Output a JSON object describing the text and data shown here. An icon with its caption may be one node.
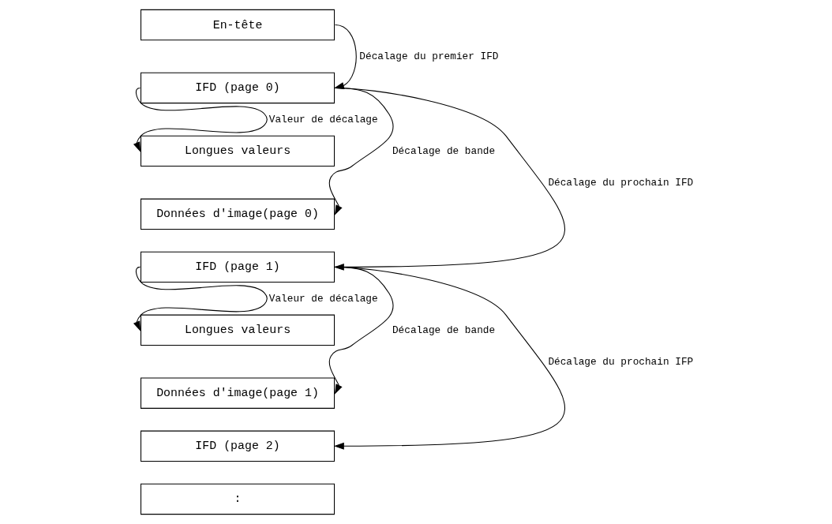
{
  "diagram": {
    "nodes": [
      {
        "text": [
          "En-tête"
        ]
      },
      {
        "text": [
          "IFD (page 0)"
        ]
      },
      {
        "text": [
          "Longues valeurs"
        ]
      },
      {
        "text": [
          "Données d'image(page 0)"
        ]
      },
      {
        "text": [
          "IFD (page 1)"
        ]
      },
      {
        "text": [
          "Longues valeurs"
        ]
      },
      {
        "text": [
          "Données d'image(page 1)"
        ]
      },
      {
        "text": [
          "IFD (page 2)"
        ]
      },
      {
        "text": [
          ":"
        ]
      }
    ],
    "edges": [
      {
        "from": 0,
        "to": 1,
        "arrow": "to",
        "label": "Décalage du premier IFD"
      },
      {
        "from": 1,
        "to": 2,
        "arrow": "to",
        "label": "Valeur de décalage"
      },
      {
        "from": 1,
        "to": 3,
        "arrow": "to",
        "label": "Décalage de bande"
      },
      {
        "from": 1,
        "to": 4,
        "arrow": "to",
        "label": "Décalage du prochain IFD"
      },
      {
        "from": 4,
        "to": 5,
        "arrow": "to",
        "label": "Valeur de décalage"
      },
      {
        "from": 4,
        "to": 6,
        "arrow": "to",
        "label": "Décalage de bande"
      },
      {
        "from": 4,
        "to": 7,
        "arrow": "to",
        "label": "Décalage du prochain IFP"
      }
    ]
  }
}
